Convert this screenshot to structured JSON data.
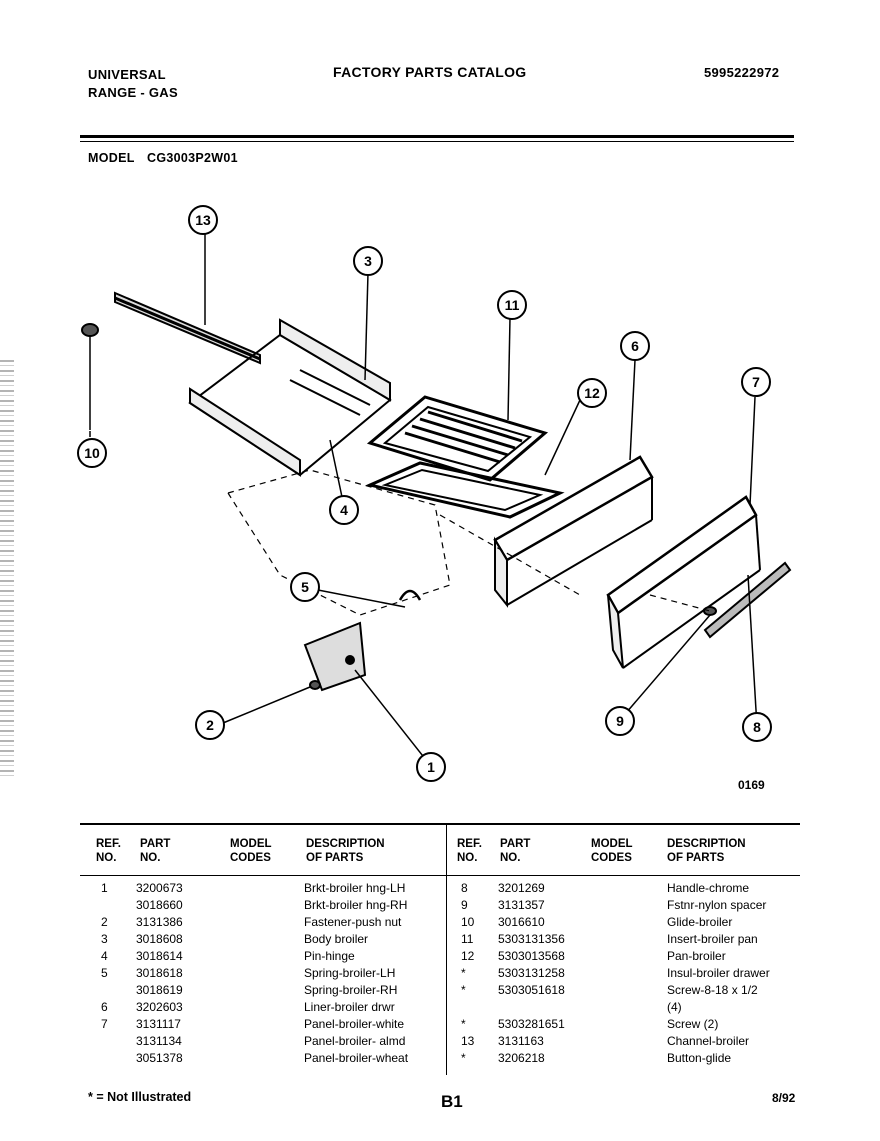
{
  "header": {
    "brand_line1": "UNIVERSAL",
    "brand_line2": "RANGE - GAS",
    "catalog_title": "FACTORY PARTS CATALOG",
    "catalog_number": "5995222972",
    "model_label": "MODEL",
    "model_number": "CG3003P2W01"
  },
  "diagram": {
    "figure_code": "0169",
    "callouts": [
      "13",
      "3",
      "11",
      "6",
      "12",
      "7",
      "10",
      "4",
      "5",
      "2",
      "1",
      "9",
      "8"
    ]
  },
  "table": {
    "headers": {
      "ref_line1": "REF.",
      "ref_line2": "NO.",
      "part_line1": "PART",
      "part_line2": "NO.",
      "model_line1": "MODEL",
      "model_line2": "CODES",
      "desc_line1": "DESCRIPTION",
      "desc_line2": "OF PARTS"
    },
    "left_rows": [
      {
        "ref": "1",
        "part": "3200673",
        "desc": "Brkt-broiler hng-LH"
      },
      {
        "ref": "",
        "part": "3018660",
        "desc": "Brkt-broiler hng-RH"
      },
      {
        "ref": "2",
        "part": "3131386",
        "desc": "Fastener-push nut"
      },
      {
        "ref": "3",
        "part": "3018608",
        "desc": "Body broiler"
      },
      {
        "ref": "4",
        "part": "3018614",
        "desc": "Pin-hinge"
      },
      {
        "ref": "5",
        "part": "3018618",
        "desc": "Spring-broiler-LH"
      },
      {
        "ref": "",
        "part": "3018619",
        "desc": "Spring-broiler-RH"
      },
      {
        "ref": "6",
        "part": "3202603",
        "desc": "Liner-broiler drwr"
      },
      {
        "ref": "7",
        "part": "3131117",
        "desc": "Panel-broiler-white"
      },
      {
        "ref": "",
        "part": "3131134",
        "desc": "Panel-broiler- almd"
      },
      {
        "ref": "",
        "part": "3051378",
        "desc": "Panel-broiler-wheat"
      }
    ],
    "right_rows": [
      {
        "ref": "8",
        "part": "3201269",
        "desc": "Handle-chrome"
      },
      {
        "ref": "9",
        "part": "3131357",
        "desc": "Fstnr-nylon spacer"
      },
      {
        "ref": "10",
        "part": "3016610",
        "desc": "Glide-broiler"
      },
      {
        "ref": "11",
        "part": "5303131356",
        "desc": "Insert-broiler pan"
      },
      {
        "ref": "12",
        "part": "5303013568",
        "desc": "Pan-broiler"
      },
      {
        "ref": "*",
        "part": "5303131258",
        "desc": "Insul-broiler drawer"
      },
      {
        "ref": "*",
        "part": "5303051618",
        "desc": "Screw-8-18 x 1/2"
      },
      {
        "ref": "",
        "part": "",
        "desc": "(4)"
      },
      {
        "ref": "*",
        "part": "5303281651",
        "desc": "Screw (2)"
      },
      {
        "ref": "13",
        "part": "3131163",
        "desc": "Channel-broiler"
      },
      {
        "ref": "*",
        "part": "3206218",
        "desc": "Button-glide"
      }
    ]
  },
  "footer": {
    "note": "* = Not Illustrated",
    "page": "B1",
    "date": "8/92"
  }
}
